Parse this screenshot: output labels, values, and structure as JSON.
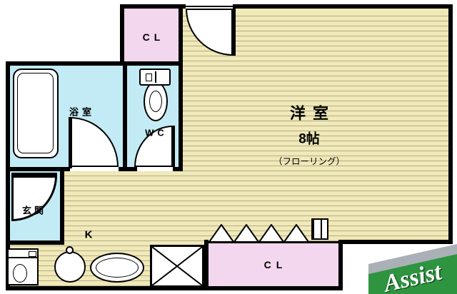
{
  "plan": {
    "rooms": {
      "main_room": {
        "label": "洋室",
        "size": "8帖",
        "floor_note": "（フローリング）"
      },
      "bath": {
        "label": "浴室"
      },
      "toilet": {
        "label": "WC"
      },
      "entrance": {
        "label": "玄関"
      },
      "kitchen": {
        "label": "K"
      },
      "closet_top": {
        "label": "CL"
      },
      "closet_bottom": {
        "label": "CL"
      }
    },
    "colors": {
      "wall": "#000000",
      "floor": "#f0e9b8",
      "floor_line": "#b5ad8a",
      "wet": "#c3ebf5",
      "closet": "#f3d7ee",
      "logo_green": "#2e9440",
      "logo_gray": "#aab0b6",
      "logo_green_dark": "#145020"
    }
  },
  "logo": {
    "text": "Assist"
  }
}
